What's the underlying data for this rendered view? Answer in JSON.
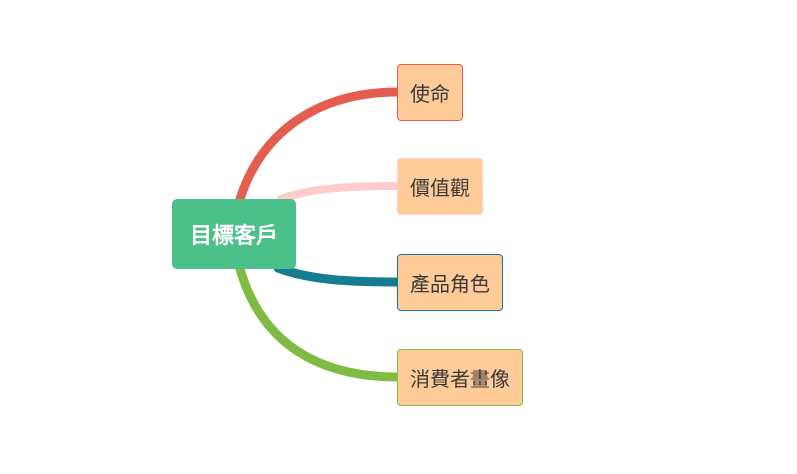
{
  "diagram": {
    "type": "mind-map",
    "root": {
      "label": "目標客戶",
      "color": "#4cc08a"
    },
    "branches": [
      {
        "label": "使命",
        "color": "#e35e4f"
      },
      {
        "label": "價值觀",
        "color": "#ffcccc"
      },
      {
        "label": "產品角色",
        "color": "#157c92"
      },
      {
        "label": "消費者畫像",
        "color": "#80bc44"
      }
    ],
    "node_fill": "#ffcc99"
  }
}
